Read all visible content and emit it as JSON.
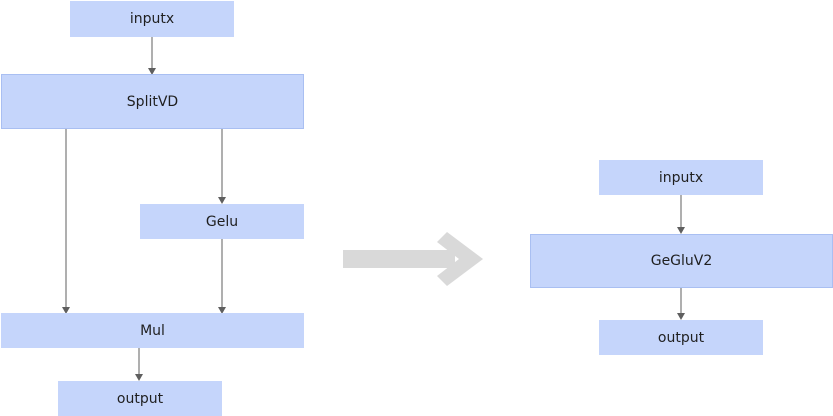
{
  "left_graph": {
    "nodes": {
      "inputx": "inputx",
      "splitvd": "SplitVD",
      "gelu": "Gelu",
      "mul": "Mul",
      "output": "output"
    },
    "edges": [
      [
        "inputx",
        "splitvd"
      ],
      [
        "splitvd",
        "mul"
      ],
      [
        "splitvd",
        "gelu"
      ],
      [
        "gelu",
        "mul"
      ],
      [
        "mul",
        "output"
      ]
    ]
  },
  "right_graph": {
    "nodes": {
      "inputx": "inputx",
      "gegluv2": "GeGluV2",
      "output": "output"
    },
    "edges": [
      [
        "inputx",
        "gegluv2"
      ],
      [
        "gegluv2",
        "output"
      ]
    ]
  },
  "transform_arrow": {
    "color": "#d9d9d9"
  },
  "colors": {
    "node_fill": "#c5d5fb",
    "node_border": "#a9bff2",
    "edge": "#5f5f5f"
  }
}
